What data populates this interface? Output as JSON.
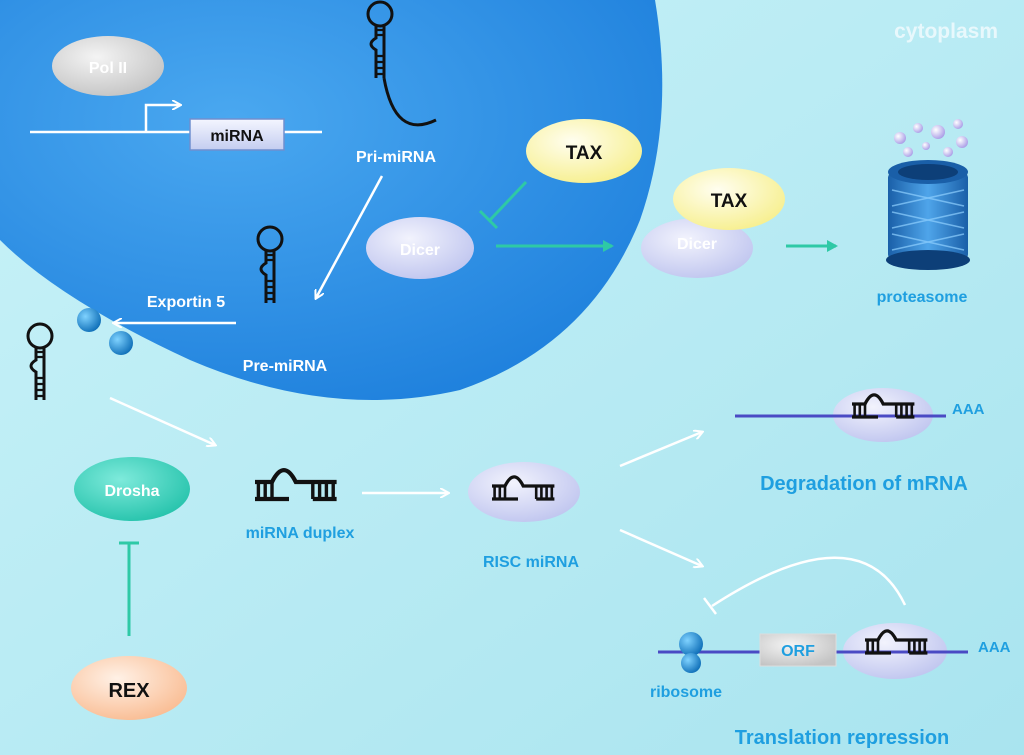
{
  "compartments": {
    "cytoplasm": "cytoplasm"
  },
  "nodes": {
    "pol2": "Pol II",
    "mirna_gene": "miRNA",
    "pri_mirna": "Pri-miRNA",
    "pre_mirna": "Pre-miRNA",
    "exportin": "Exportin 5",
    "dicer": "Dicer",
    "tax": "TAX",
    "tax_complex": "TAX",
    "dicer_complex": "Dicer",
    "proteasome": "proteasome",
    "drosha": "Drosha",
    "rex": "REX",
    "duplex": "miRNA duplex",
    "risc": "RISC miRNA",
    "degradation": "Degradation of mRNA",
    "polyA_top": "AAA",
    "polyA_bottom": "AAA",
    "orf": "ORF",
    "ribosome": "ribosome",
    "repression": "Translation repression"
  },
  "colors": {
    "background": "#b9ecf4",
    "nucleus": "#2a8fe6",
    "label_blue": "#1f9fe0",
    "inhibit_green": "#2ec9a6",
    "lavender": "#d4d8f4",
    "tax_yellow": "#fbf6a6",
    "drosha_teal": "#3fd6c0",
    "rex_peach": "#fcc6a0",
    "mrna_line": "#4a4ac4"
  }
}
